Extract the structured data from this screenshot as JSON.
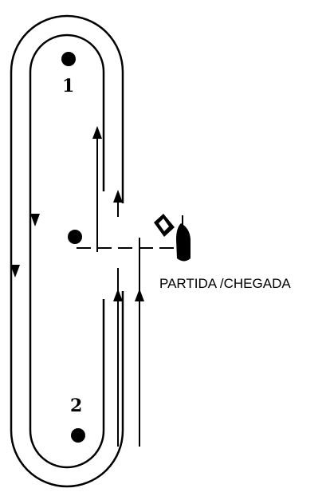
{
  "diagram": {
    "marks": [
      {
        "id": "mark-1",
        "label": "1"
      },
      {
        "id": "mark-2",
        "label": "2"
      }
    ],
    "start_finish_label": "PARTIDA /CHEGADA",
    "colors": {
      "line": "#000000",
      "background": "#ffffff"
    },
    "icons": [
      "race-committee-boat-icon",
      "flag-icon",
      "buoy-icon",
      "arrow-up-icon",
      "arrow-down-icon"
    ]
  }
}
